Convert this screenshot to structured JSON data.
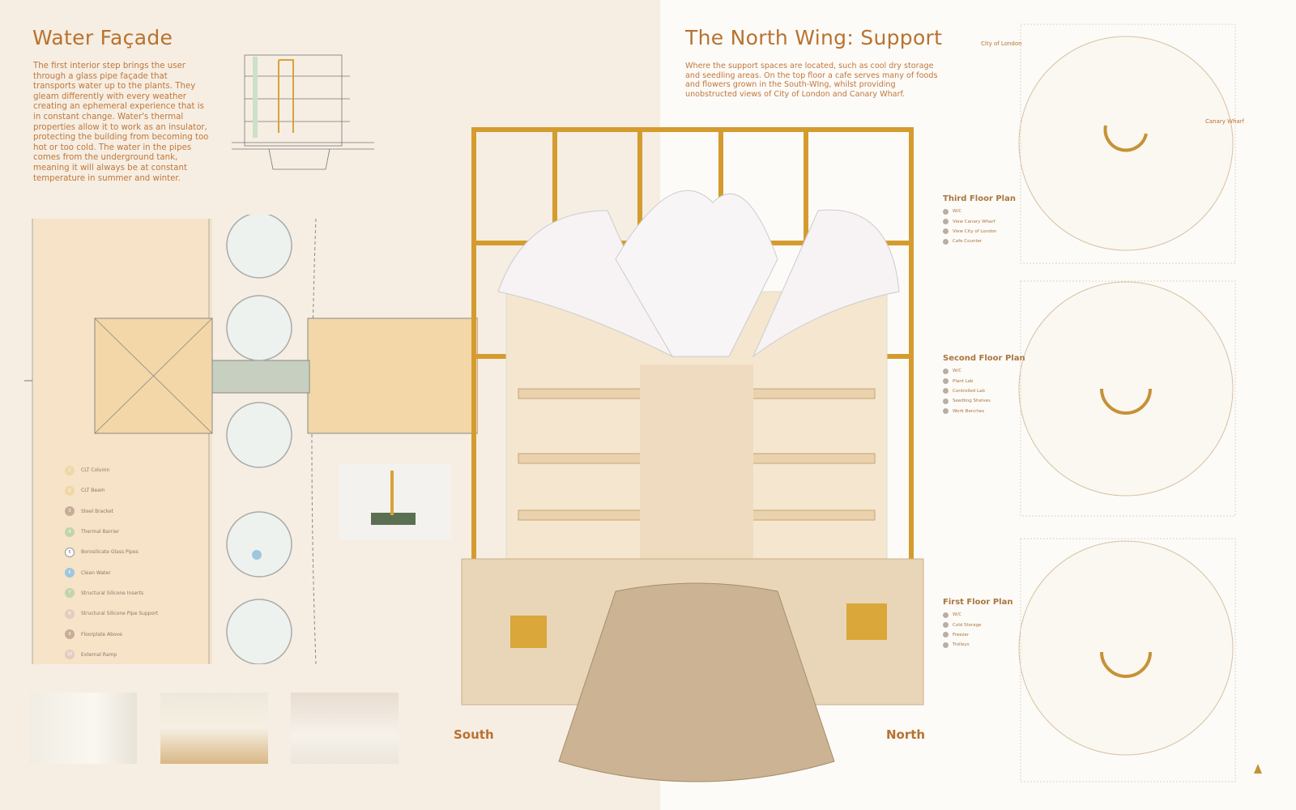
{
  "left": {
    "title": "Water Façade",
    "paragraph": "The first interior step brings the user through a glass pipe façade that transports water up to the plants. They gleam differently with every weather creating an ephemeral experience that is in constant change. Water's thermal properties allow it to work as an insulator, protecting the building from becoming too hot or too cold. The water in the pipes comes from the underground tank, meaning it will always be at constant temperature in summer and winter.",
    "legend": [
      {
        "n": "1",
        "label": "CLT Column",
        "color": "#efd7a8"
      },
      {
        "n": "2",
        "label": "CLT Beam",
        "color": "#efd7a8"
      },
      {
        "n": "3",
        "label": "Steel Bracket",
        "color": "#c8ac98"
      },
      {
        "n": "4",
        "label": "Thermal Barrier",
        "color": "#c3d4ad"
      },
      {
        "n": "5",
        "label": "Borosilicate Glass Pipes",
        "color": "#ffffff"
      },
      {
        "n": "6",
        "label": "Clean Water",
        "color": "#9ec6dd"
      },
      {
        "n": "7",
        "label": "Structural Silicone Inserts",
        "color": "#c3d4ad"
      },
      {
        "n": "8",
        "label": "Structural Silicone Pipe Support",
        "color": "#e2cdbf"
      },
      {
        "n": "9",
        "label": "Floorplate Above",
        "color": "#c8ac98"
      },
      {
        "n": "10",
        "label": "External Ramp",
        "color": "#e2cdbf"
      }
    ]
  },
  "right": {
    "title": "The North Wing: Support",
    "paragraph": "Where the support spaces are located, such as cool dry storage and seedling areas. On the top floor a cafe serves many of foods and flowers grown in the South-WIng, whilst providing unobstructed views of City of London and Canary Wharf.",
    "plan_labels": {
      "city": "City of London",
      "wharf": "Canary Wharf"
    },
    "floors": [
      {
        "title": "Third Floor Plan",
        "items": [
          "W/C",
          "View Canary Wharf",
          "View City of London",
          "Cafe Counter"
        ]
      },
      {
        "title": "Second Floor Plan",
        "items": [
          "W/C",
          "Plant Lab",
          "Controlled Lab",
          "Seedling Shelves",
          "Work Benches"
        ]
      },
      {
        "title": "First Floor Plan",
        "items": [
          "W/C",
          "Cold Storage",
          "Freezer",
          "Trolleys"
        ]
      }
    ]
  },
  "model": {
    "south": "South",
    "north": "North"
  },
  "colors": {
    "accent": "#b8722f",
    "timber": "#d9a23a",
    "paper": "#f6eee3"
  }
}
